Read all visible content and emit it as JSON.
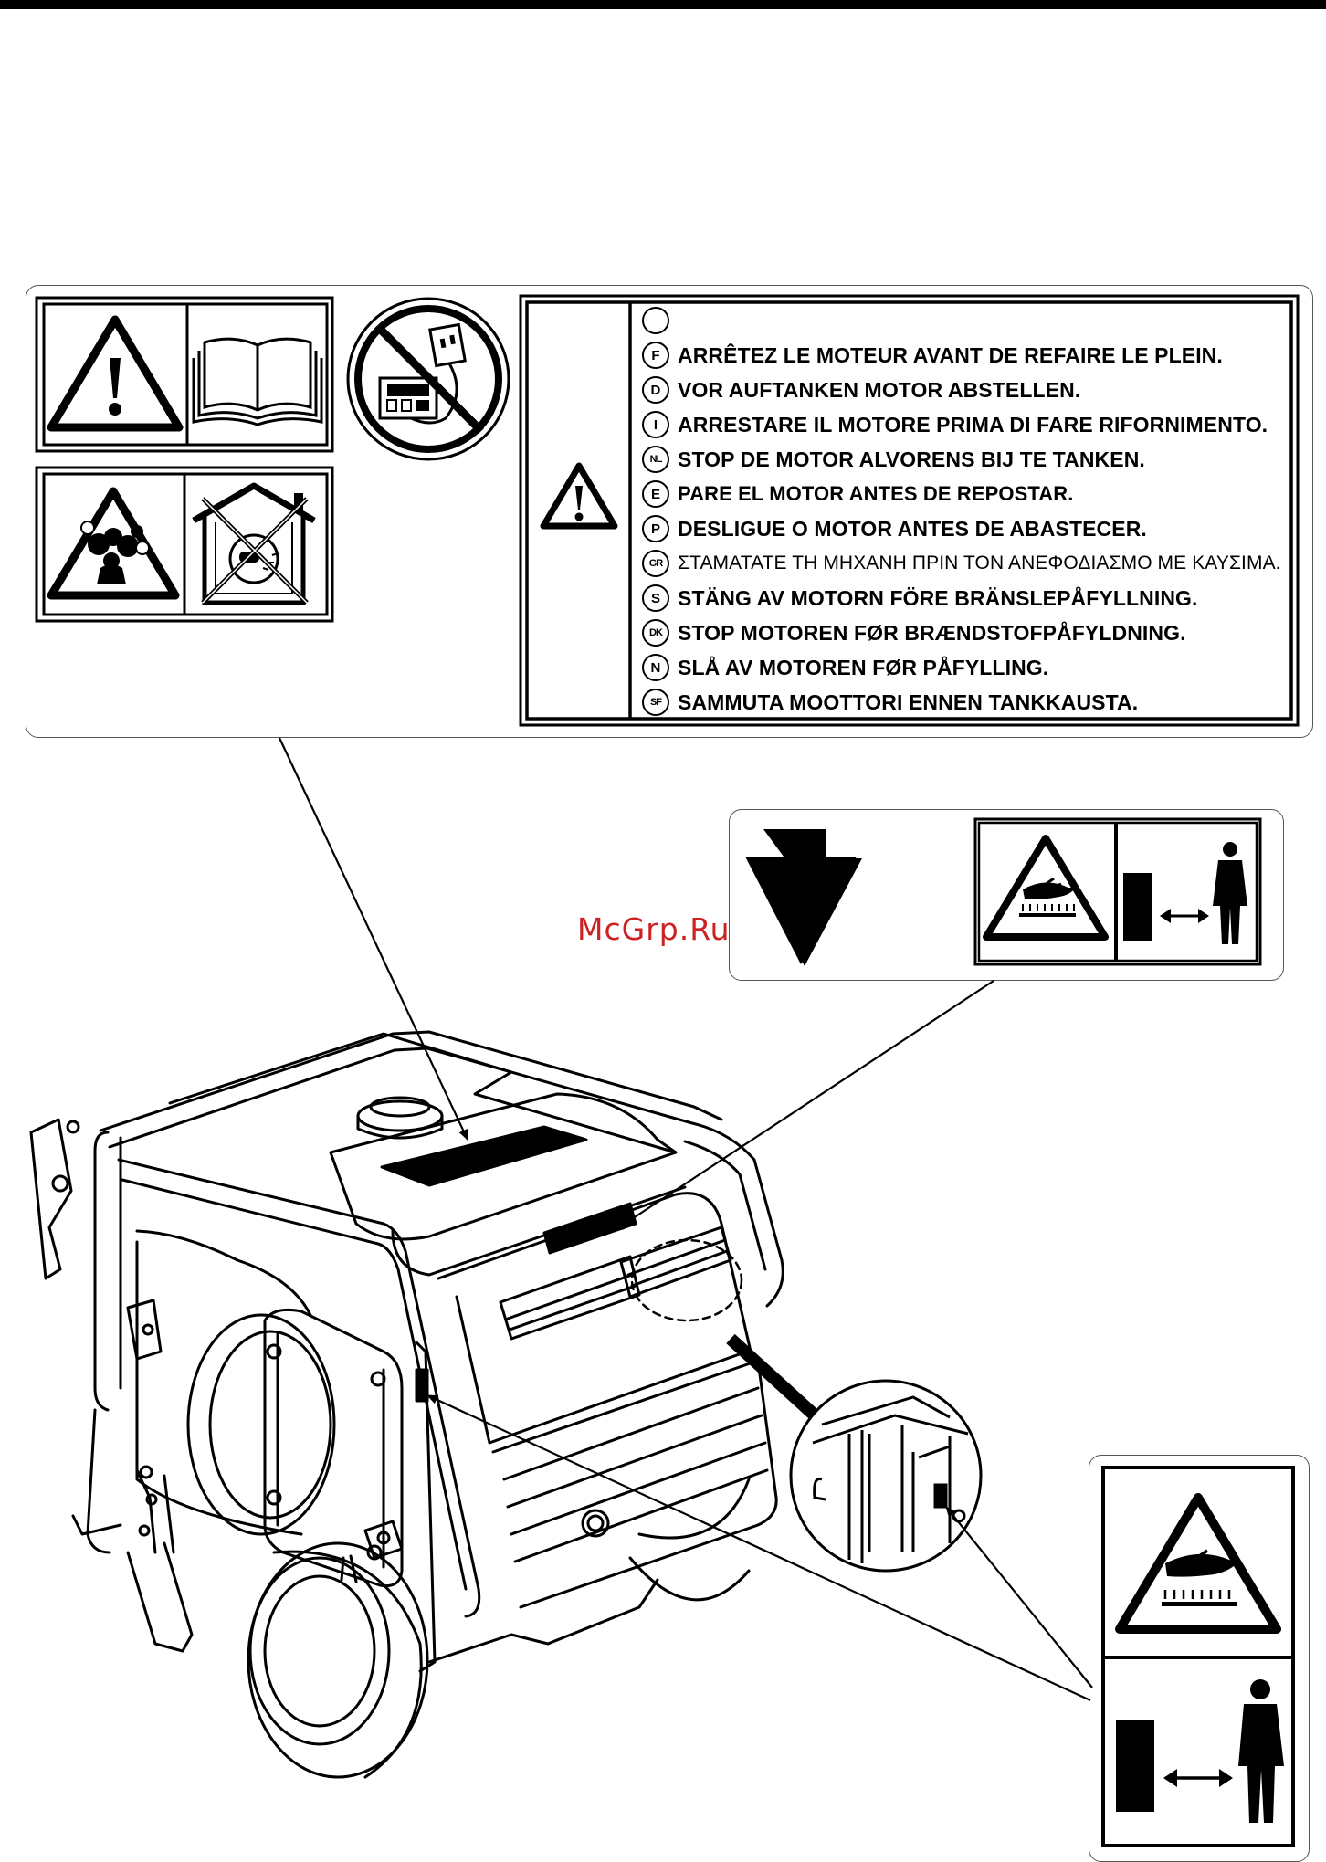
{
  "watermark": "McGrp.Ru",
  "fuel_label": {
    "blank_badge": "",
    "lines": [
      {
        "badge": "F",
        "text": "ARRÊTEZ LE MOTEUR AVANT DE REFAIRE LE PLEIN."
      },
      {
        "badge": "D",
        "text": "VOR AUFTANKEN MOTOR ABSTELLEN."
      },
      {
        "badge": "I",
        "text": "ARRESTARE IL MOTORE PRIMA DI FARE RIFORNIMENTO."
      },
      {
        "badge": "NL",
        "text": "STOP DE MOTOR ALVORENS BIJ TE TANKEN."
      },
      {
        "badge": "E",
        "text": "PARE EL MOTOR ANTES DE REPOSTAR."
      },
      {
        "badge": "P",
        "text": "DESLIGUE O MOTOR ANTES DE ABASTECER."
      },
      {
        "badge": "GR",
        "text": "ΣΤΑΜΑΤΑΤΕ ΤΗ ΜΗΧΑΝΗ ΠΡΙΝ ΤΟΝ ΑΝΕΦΟΔΙΑΣΜΟ ΜΕ ΚΑΥΣΙΜΑ."
      },
      {
        "badge": "S",
        "text": "STÄNG AV MOTORN FÖRE BRÄNSLEPÅFYLLNING."
      },
      {
        "badge": "DK",
        "text": "STOP MOTOREN FØR BRÆNDSTOFPÅFYLDNING."
      },
      {
        "badge": "N",
        "text": "SLÅ AV MOTOREN FØR PÅFYLLING."
      },
      {
        "badge": "SF",
        "text": "SAMMUTA MOOTTORI ENNEN TANKKAUSTA."
      }
    ]
  },
  "icons": {
    "general": [
      "warning-triangle-icon",
      "manual-book-icon",
      "no-mains-connection-icon",
      "exhaust-gas-hazard-icon",
      "no-indoor-use-icon"
    ],
    "hot_surface": [
      "down-arrow-icon",
      "hot-surface-icon",
      "keep-distance-icon"
    ]
  }
}
